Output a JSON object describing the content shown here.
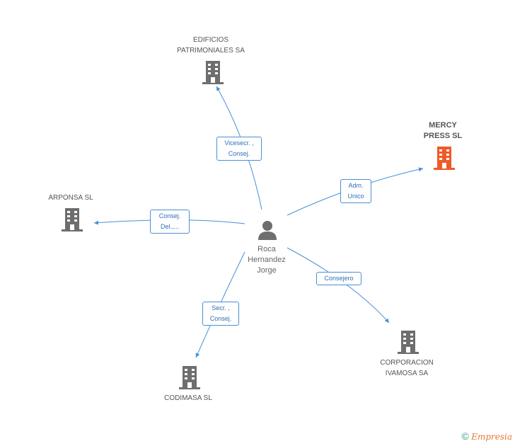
{
  "person": {
    "name": [
      "Roca",
      "Hernandez",
      "Jorge"
    ],
    "icon": "person-icon"
  },
  "companies": [
    {
      "key": "edificios",
      "lines": [
        "EDIFICIOS",
        "PATRIMONIALES SA"
      ],
      "color": "#6e6e6e",
      "icon": "building-icon"
    },
    {
      "key": "mercy",
      "lines": [
        "MERCY",
        "PRESS SL"
      ],
      "color": "#f05a28",
      "icon": "building-icon",
      "highlight": true
    },
    {
      "key": "arponsa",
      "lines": [
        "ARPONSA SL"
      ],
      "color": "#6e6e6e",
      "icon": "building-icon"
    },
    {
      "key": "corporacion",
      "lines": [
        "CORPORACION",
        "IVAMOSA SA"
      ],
      "color": "#6e6e6e",
      "icon": "building-icon"
    },
    {
      "key": "codimasa",
      "lines": [
        "CODIMASA SL"
      ],
      "color": "#6e6e6e",
      "icon": "building-icon"
    }
  ],
  "roles": [
    {
      "to": "edificios",
      "lines": [
        "Vicesecr. ,",
        "Consej."
      ]
    },
    {
      "to": "mercy",
      "lines": [
        "Adm.",
        "Unico"
      ]
    },
    {
      "to": "arponsa",
      "lines": [
        "Consej.",
        "Del.,..."
      ]
    },
    {
      "to": "corporacion",
      "lines": [
        "Consejero"
      ]
    },
    {
      "to": "codimasa",
      "lines": [
        "Secr. ,",
        "Consej."
      ]
    }
  ],
  "edge_color": "#4a8fd6",
  "footer": {
    "copyright": "©",
    "brand": "Empresia"
  }
}
